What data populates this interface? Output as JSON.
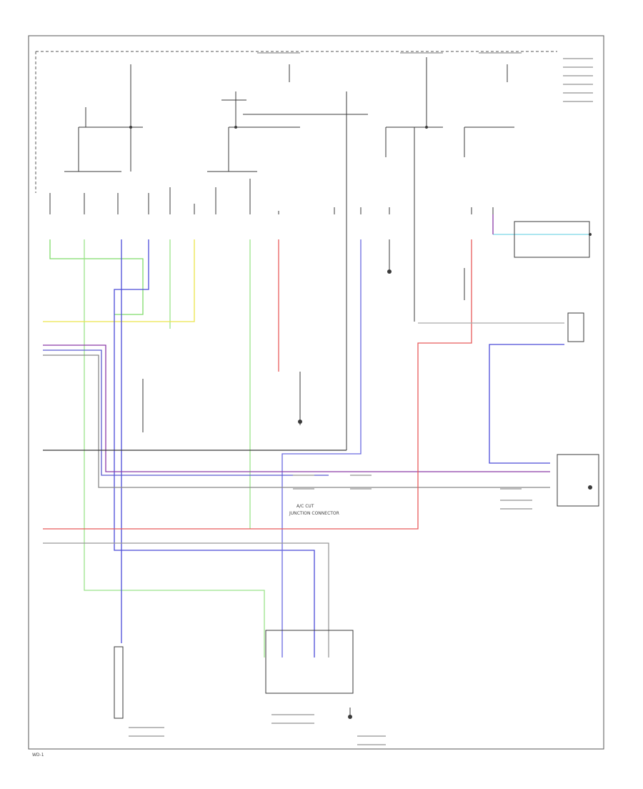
{
  "colors": {
    "background": "#ffffff",
    "frame": "#555555",
    "wire_dark": "#3a3a3a",
    "wire_green": "#7fdc6a",
    "wire_lightgreen": "#9be38a",
    "wire_yellow": "#ece54a",
    "wire_blue": "#4a4ad8",
    "wire_purple": "#8a3aa8",
    "wire_red": "#e85a5a",
    "wire_cyan": "#7ad8e8",
    "wire_gray": "#9a9a9a"
  },
  "labels": {
    "mid_connector": "A/C CUT",
    "mid_connector_sub": "JUNCTION CONNECTOR",
    "footer": "WD-1"
  }
}
